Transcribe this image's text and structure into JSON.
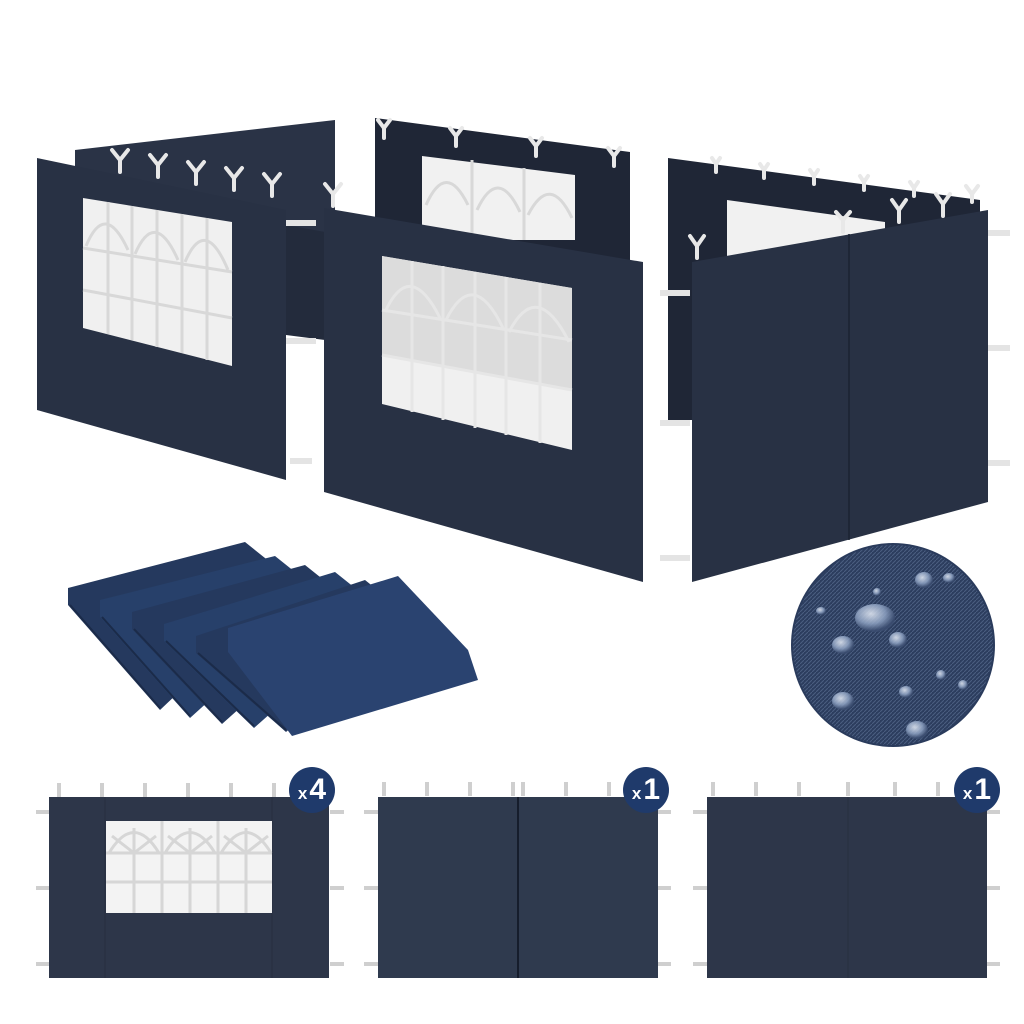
{
  "product": {
    "description": "Gazebo side panels set",
    "panel_color": "#2b3448",
    "panel_dark_color": "#1f2636",
    "window_color": "#f1f1f1",
    "window_frame_color": "#d8d8d8",
    "badge_color": "#1f3a6b",
    "hardware_color": "#d4d4d4"
  },
  "assembled_view": {
    "panels": [
      {
        "name": "left-window-panel",
        "type": "window"
      },
      {
        "name": "back-window-panel",
        "type": "window"
      },
      {
        "name": "front-window-panel",
        "type": "window"
      },
      {
        "name": "back-right-window-panel",
        "type": "window"
      },
      {
        "name": "door-panel",
        "type": "zipper-door"
      }
    ]
  },
  "folded_panels": {
    "count": 6
  },
  "fabric_closeup": {
    "feature": "waterproof"
  },
  "components": [
    {
      "name": "window-side-panel",
      "quantity_prefix": "x",
      "quantity": "4"
    },
    {
      "name": "zipper-door-panel",
      "quantity_prefix": "x",
      "quantity": "1"
    },
    {
      "name": "solid-side-panel",
      "quantity_prefix": "x",
      "quantity": "1"
    }
  ]
}
